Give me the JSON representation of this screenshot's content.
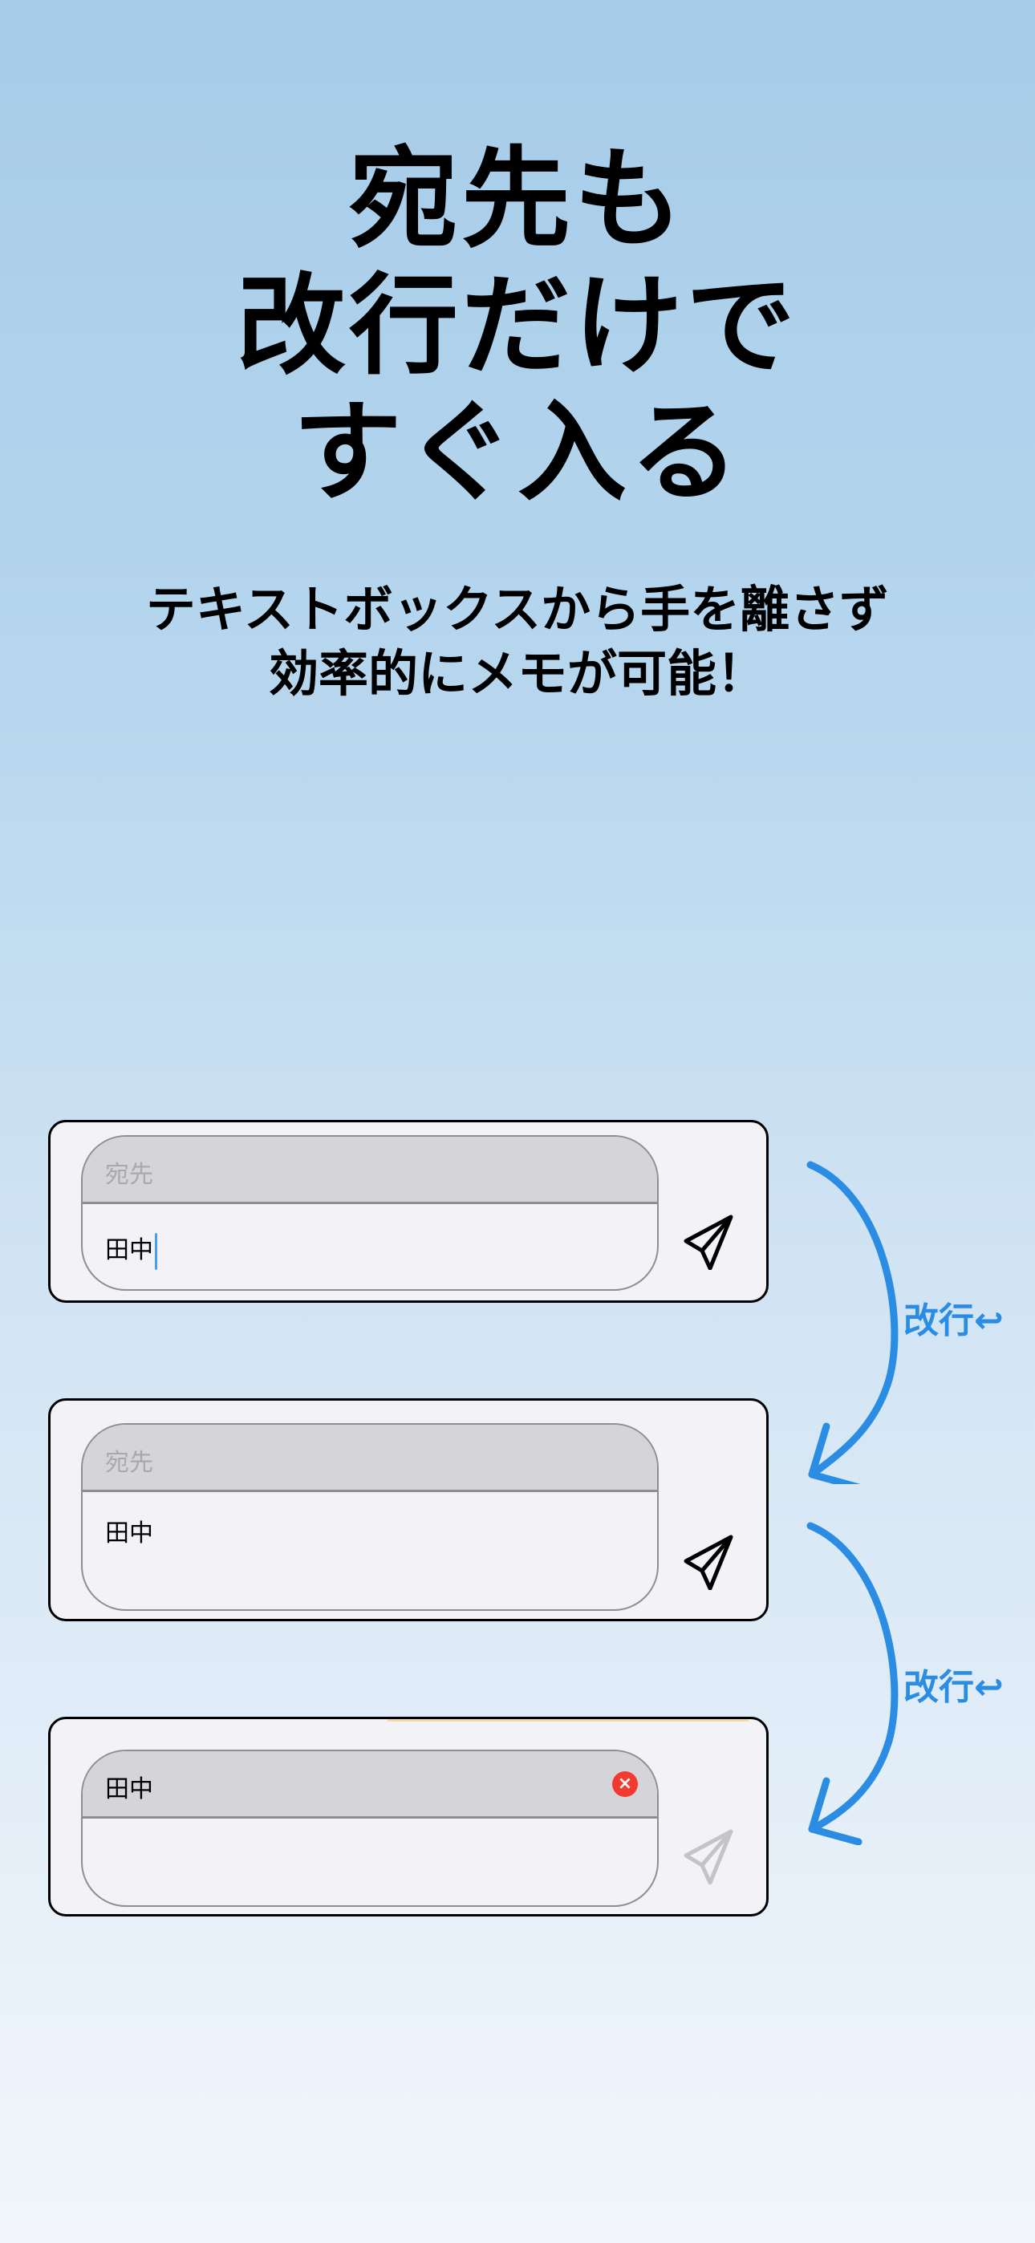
{
  "headline": {
    "lines": [
      "宛先も",
      "改行だけで",
      "すぐ入る"
    ]
  },
  "subheadline": {
    "lines": [
      "テキストボックスから手を離さず",
      "効率的にメモが可能！"
    ]
  },
  "steps": [
    {
      "header_placeholder": "宛先",
      "body_value": "田中",
      "has_caret": true,
      "send_icon": "send-paper-plane-icon",
      "send_enabled": true
    },
    {
      "header_placeholder": "宛先",
      "body_value": "田中",
      "has_caret": false,
      "send_icon": "send-paper-plane-icon",
      "send_enabled": true
    },
    {
      "header_value": "田中",
      "body_value": "",
      "clear_icon": "clear-x-icon",
      "clear_label": "×",
      "send_icon": "send-paper-plane-icon",
      "send_enabled": false
    }
  ],
  "transitions": [
    {
      "label": "改行↩",
      "icon": "return-arrow-icon"
    },
    {
      "label": "改行↩",
      "icon": "return-arrow-icon"
    }
  ],
  "colors": {
    "accent": "#2a8de3",
    "clear": "#f23b30",
    "field_header": "#d4d4d9",
    "card": "#f2f2f7",
    "caret": "#4a9cf2",
    "send_disabled": "#c4c4c8"
  }
}
